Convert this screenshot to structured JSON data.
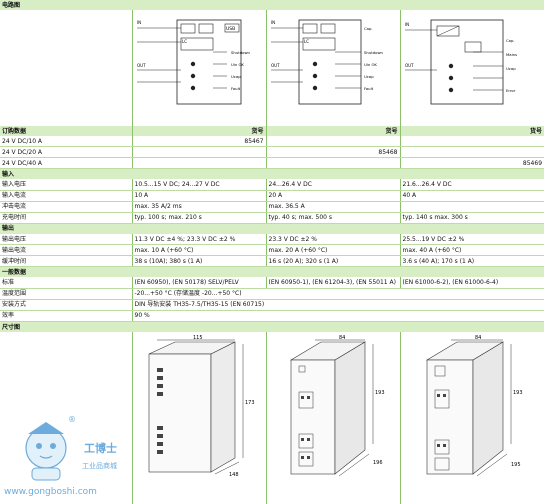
{
  "sections": {
    "circuit": "电路图",
    "order": "订购数据",
    "input": "输入",
    "output": "输出",
    "general": "一般数据",
    "dimensions": "尺寸图"
  },
  "order_header": {
    "label": "货号"
  },
  "order_rows": [
    {
      "name": "24 V DC/10 A",
      "num": "85467"
    },
    {
      "name": "24 V DC/20 A",
      "num": "85468"
    },
    {
      "name": "24 V DC/40 A",
      "num": "85469"
    }
  ],
  "input_rows": [
    {
      "label": "输入电压",
      "v1": "10.5...15 V DC; 24...27 V DC",
      "v2": "24...26.4 V DC",
      "v3": "21.6...26.4 V DC"
    },
    {
      "label": "输入电流",
      "v1": "10 A",
      "v2": "20 A",
      "v3": "40 A"
    },
    {
      "label": "冲击电流",
      "v1": "max. 35 A/2 ms",
      "v2": "max. 36.5 A",
      "v3": ""
    },
    {
      "label": "充电时间",
      "v1": "typ. 100 s; max. 210 s",
      "v2": "typ. 40 s; max. 500 s",
      "v3": "typ. 140 s max. 300 s"
    }
  ],
  "output_rows": [
    {
      "label": "输出电压",
      "v1": "11.3 V DC ±4 %; 23.3 V DC ±2 %",
      "v2": "23.3 V DC ±2 %",
      "v3": "25.5...19 V DC ±2 %"
    },
    {
      "label": "输出电流",
      "v1": "max. 10 A (+60 °C)",
      "v2": "max. 20 A (+60 °C)",
      "v3": "max. 40 A (+60 °C)"
    },
    {
      "label": "缓冲时间",
      "v1": "38 s (10A); 380 s (1 A)",
      "v2": "16 s (20 A); 320 s (1 A)",
      "v3": "3.6 s (40 A); 170 s (1 A)"
    }
  ],
  "general_rows": [
    {
      "label": "标准",
      "v1": "(EN 60950), (EN 50178) SELV/PELV",
      "v2": "(EN 60950-1), (EN 61204-3), (EN 55011 A)",
      "v3": "(EN 61000-6-2), (EN 61000-6-4)"
    },
    {
      "label": "温度范围",
      "v1": "-20...+50 °C (存储温度 -20...+50 °C)",
      "v2": "",
      "v3": ""
    },
    {
      "label": "安装方式",
      "v1": "DIN 导轨安装 TH35-7.5/TH35-15 (EN 60715)",
      "v2": "",
      "v3": ""
    },
    {
      "label": "效率",
      "v1": "90 %",
      "v2": "",
      "v3": ""
    }
  ],
  "circuit_labels": {
    "in": "IN",
    "out": "OUT",
    "usb": "USB",
    "cap": "Cap.",
    "mains": "Mains",
    "shutdown": "Shutdown",
    "uin_ok": "Uin OK",
    "ucap": "Ucap",
    "fault": "Fault",
    "error": "Error",
    "lc": "LC",
    "dc": "DC"
  },
  "dimensions": {
    "d1": {
      "width": "115",
      "height": "173",
      "depth": "148"
    },
    "d2": {
      "width": "84",
      "height": "193",
      "depth": "196"
    },
    "d3": {
      "width": "84",
      "height": "193",
      "depth": "195"
    }
  },
  "watermark": {
    "registered": "®",
    "name": "工博士",
    "tagline": "工业品商城",
    "url": "www.gongboshi.com"
  },
  "colors": {
    "section_bg": "#d7edc3",
    "grid": "#8cc06a",
    "row_line": "#bcdca4",
    "watermark": "#3b8fd0"
  }
}
